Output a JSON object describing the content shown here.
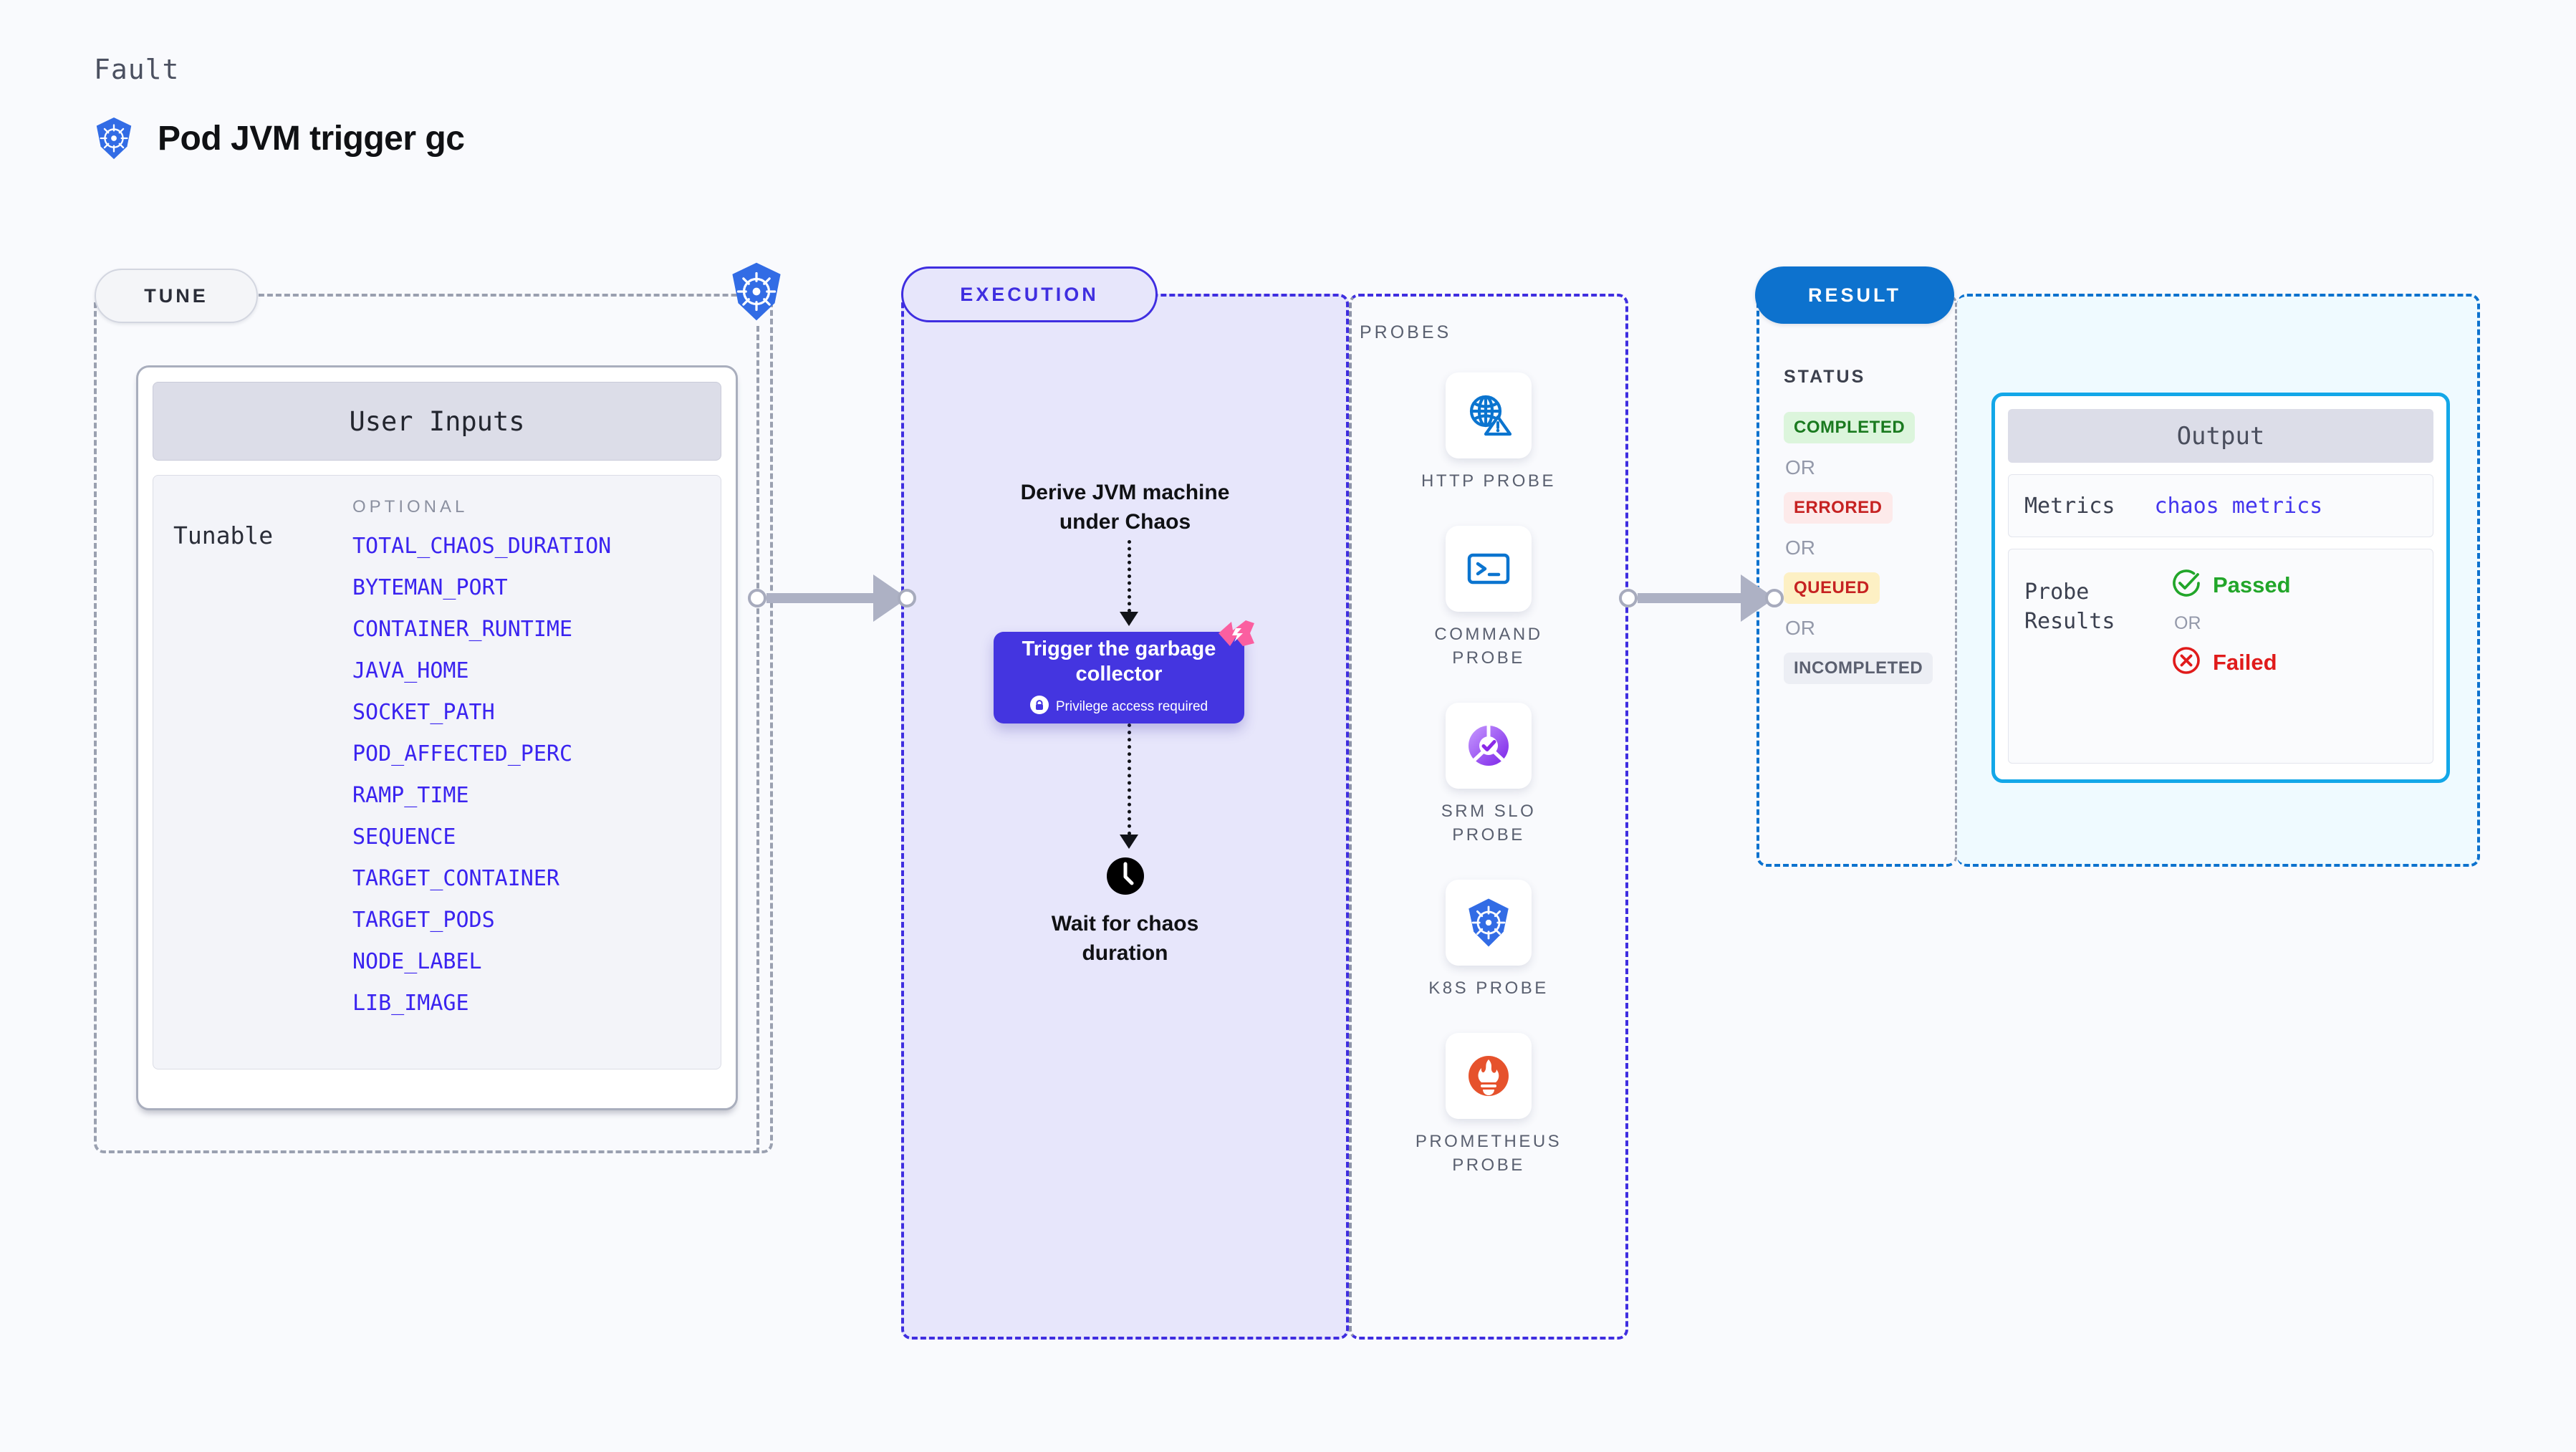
{
  "header": {
    "eyebrow": "Fault",
    "title": "Pod JVM trigger gc",
    "icon": "kubernetes-icon"
  },
  "stages": {
    "tune": {
      "pill_label": "TUNE",
      "badge_icon": "kubernetes-icon"
    },
    "execution": {
      "pill_label": "EXECUTION"
    },
    "result": {
      "pill_label": "RESULT"
    }
  },
  "tune": {
    "card_title": "User Inputs",
    "group_label": "Tunable",
    "group_kind": "OPTIONAL",
    "items": [
      "TOTAL_CHAOS_DURATION",
      "BYTEMAN_PORT",
      "CONTAINER_RUNTIME",
      "JAVA_HOME",
      "SOCKET_PATH",
      "POD_AFFECTED_PERC",
      "RAMP_TIME",
      "SEQUENCE",
      "TARGET_CONTAINER",
      "TARGET_PODS",
      "NODE_LABEL",
      "LIB_IMAGE"
    ]
  },
  "execution": {
    "step1_label": "Derive JVM machine\nunder Chaos",
    "action_card": {
      "title": "Trigger the garbage\ncollector",
      "note": "Privilege access required",
      "note_icon": "lock-icon",
      "ribbon_icon": "chaos-ribbon-icon"
    },
    "wait_node": {
      "icon": "clock-icon",
      "label": "Wait for chaos\nduration"
    }
  },
  "probes": {
    "title": "PROBES",
    "items": [
      {
        "caption": "HTTP PROBE",
        "icon": "globe-warning-icon"
      },
      {
        "caption": "COMMAND\nPROBE",
        "icon": "terminal-icon"
      },
      {
        "caption": "SRM SLO\nPROBE",
        "icon": "srm-slo-icon"
      },
      {
        "caption": "K8S PROBE",
        "icon": "kubernetes-icon"
      },
      {
        "caption": "PROMETHEUS\nPROBE",
        "icon": "prometheus-icon"
      }
    ]
  },
  "result": {
    "status_title": "STATUS",
    "or_label": "OR",
    "statuses": [
      {
        "label": "COMPLETED",
        "bg": "#dcf5dc",
        "fg": "#1a7a1f"
      },
      {
        "label": "ERRORED",
        "bg": "#fdeaea",
        "fg": "#c62222"
      },
      {
        "label": "QUEUED",
        "bg": "#fdf0c4",
        "fg": "#c62222"
      },
      {
        "label": "INCOMPLETED",
        "bg": "#eceef4",
        "fg": "#5b6070"
      }
    ],
    "output": {
      "title": "Output",
      "metrics_key": "Metrics",
      "metrics_value": "chaos metrics",
      "probe_results_key": "Probe\nResults",
      "passed_label": "Passed",
      "passed_icon": "check-circle-icon",
      "failed_label": "Failed",
      "failed_icon": "x-circle-icon",
      "or_label": "OR"
    }
  },
  "colors": {
    "background": "#f9fafd",
    "execution_accent": "#3f2ee0",
    "result_accent": "#0d72ce",
    "output_border": "#13a7e8",
    "kubernetes_blue": "#326ce5",
    "action_card": "#4435e0",
    "ribbon_pink": "#fb5fa0",
    "passed_green": "#22a62a",
    "failed_red": "#e01b1b",
    "tunable_link": "#3a23f0"
  }
}
